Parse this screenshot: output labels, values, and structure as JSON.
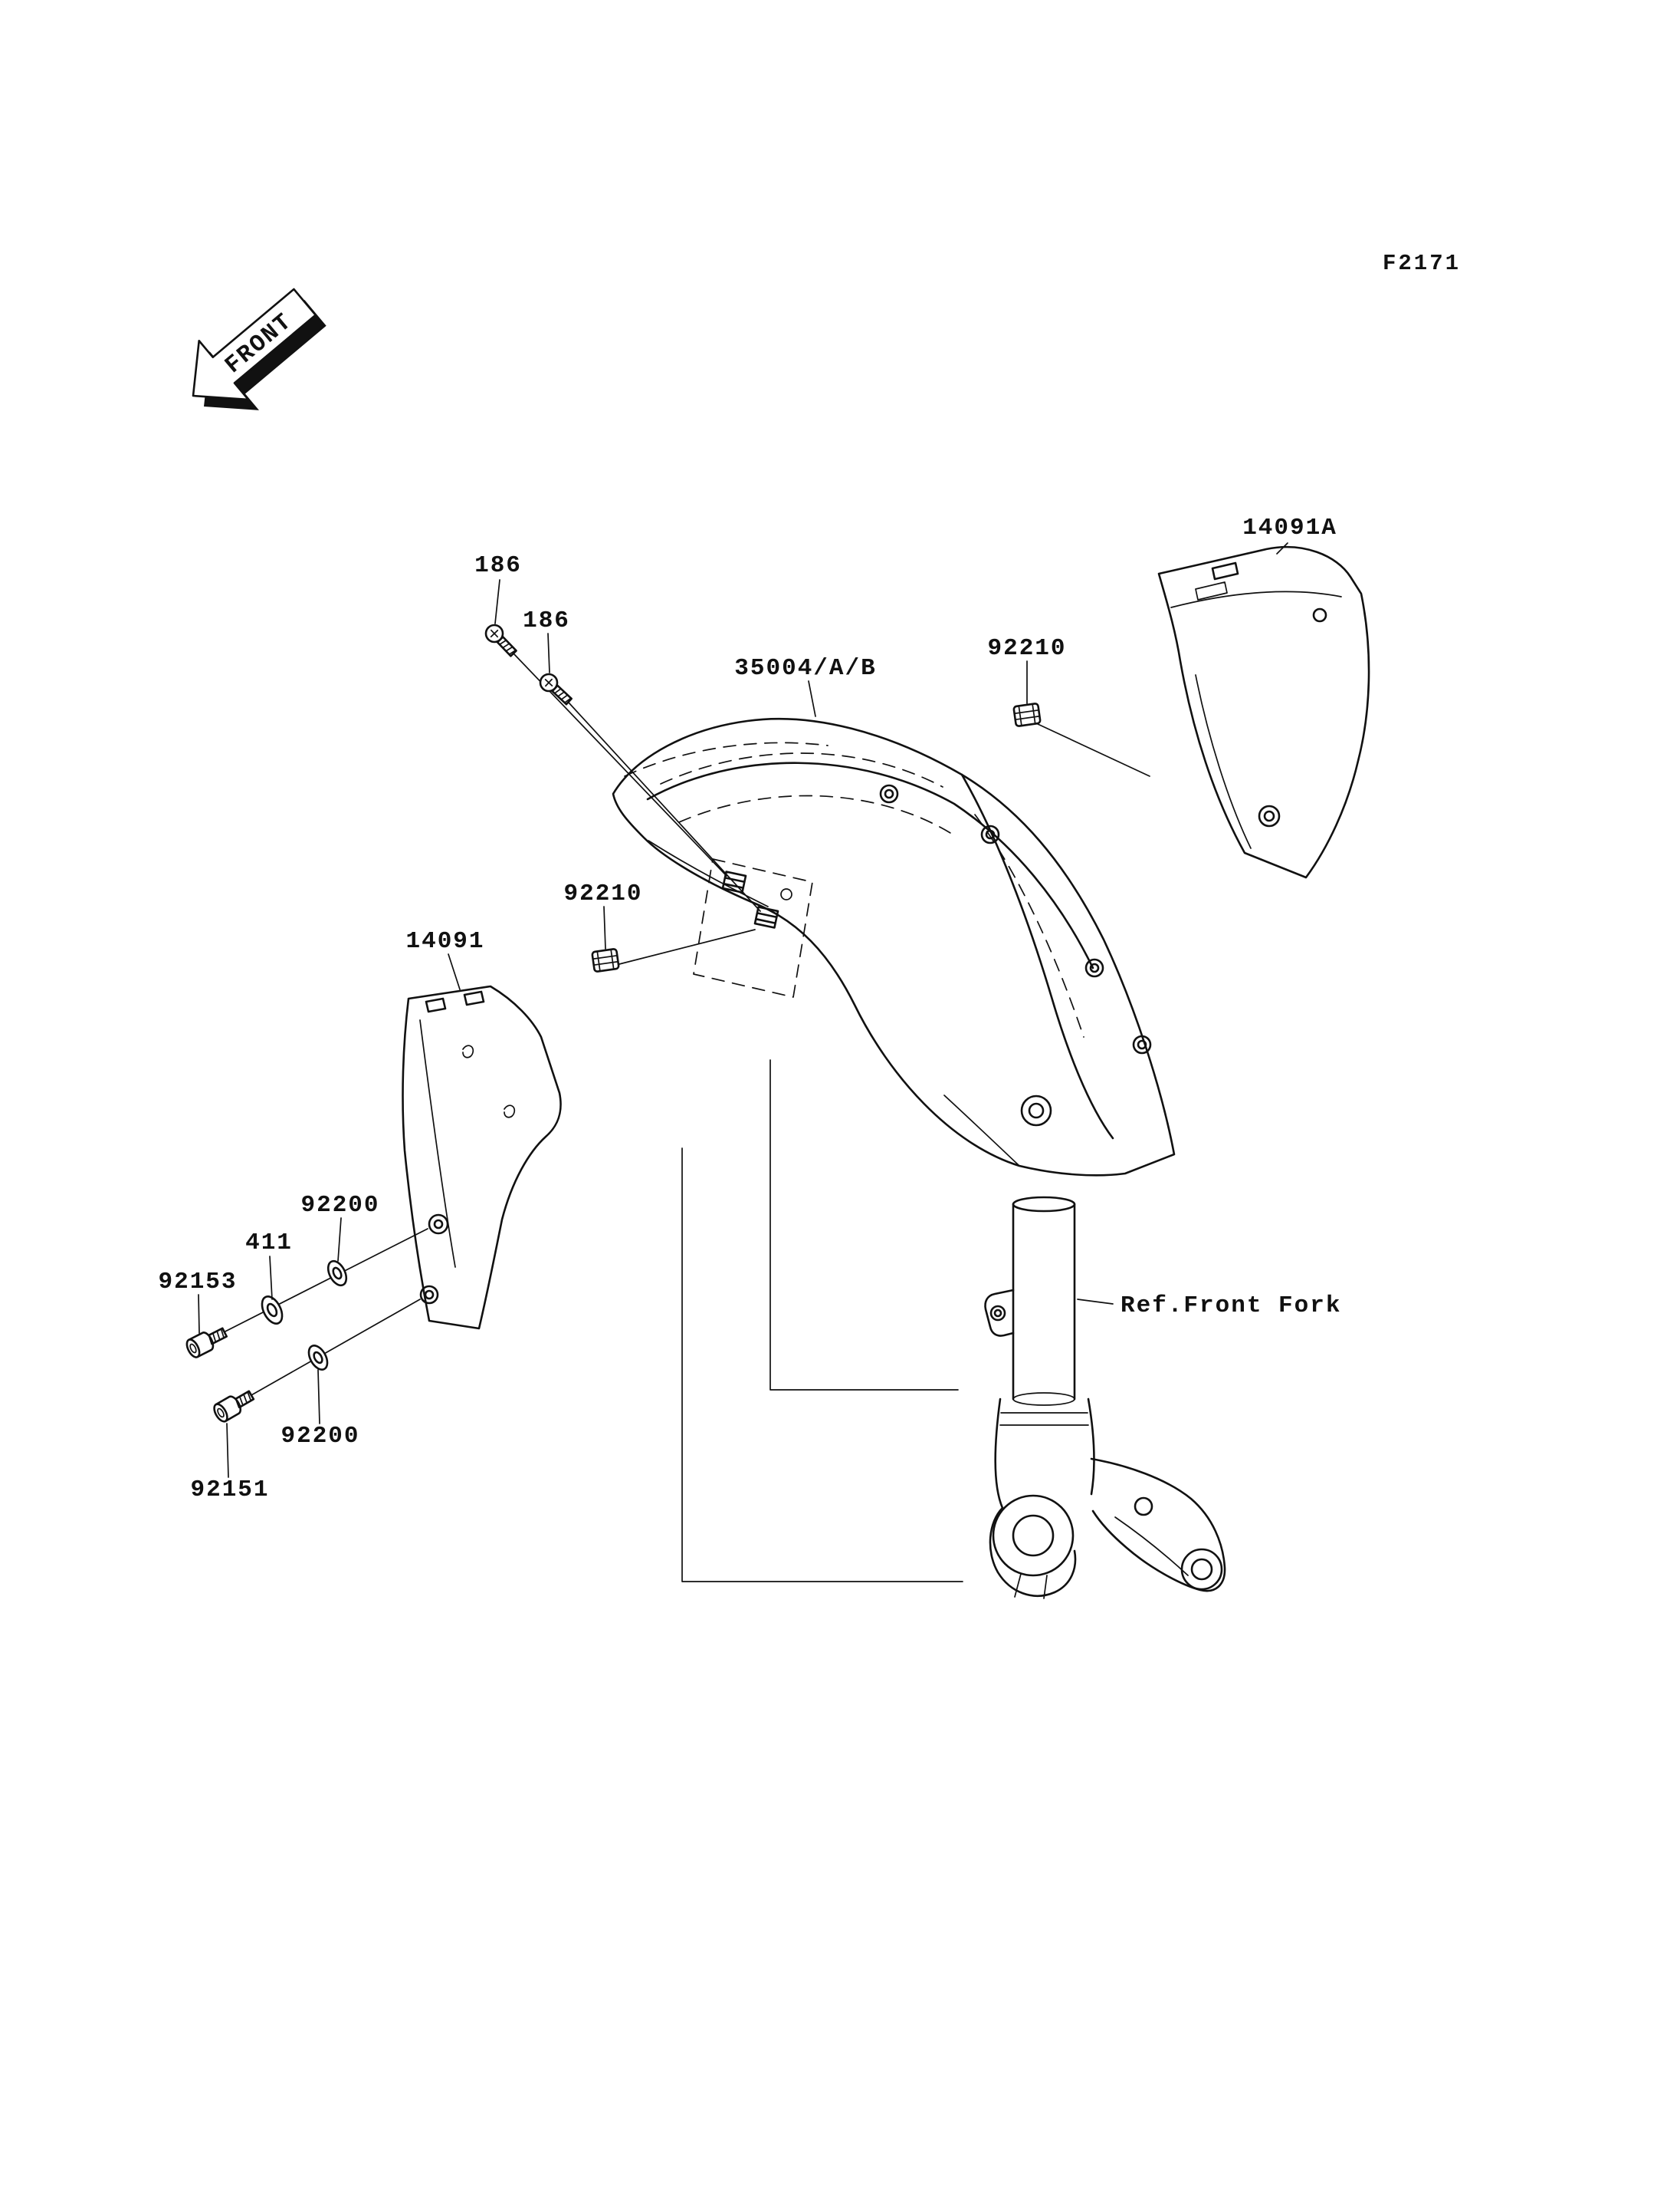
{
  "figure": {
    "code": "F2171",
    "front_marker": "FRONT"
  },
  "labels": {
    "screw_186_a": "186",
    "screw_186_b": "186",
    "fender": "35004/A/B",
    "damper_upper": "92210",
    "cover_right": "14091A",
    "damper_lower": "92210",
    "cover_left": "14091",
    "washer_upper": "92200",
    "washer_plain": "411",
    "bolt_socket": "92153",
    "washer_lower": "92200",
    "bolt_flanged": "92151",
    "front_fork_ref": "Ref.Front Fork"
  },
  "colors": {
    "line": "#111111",
    "background": "#ffffff"
  }
}
